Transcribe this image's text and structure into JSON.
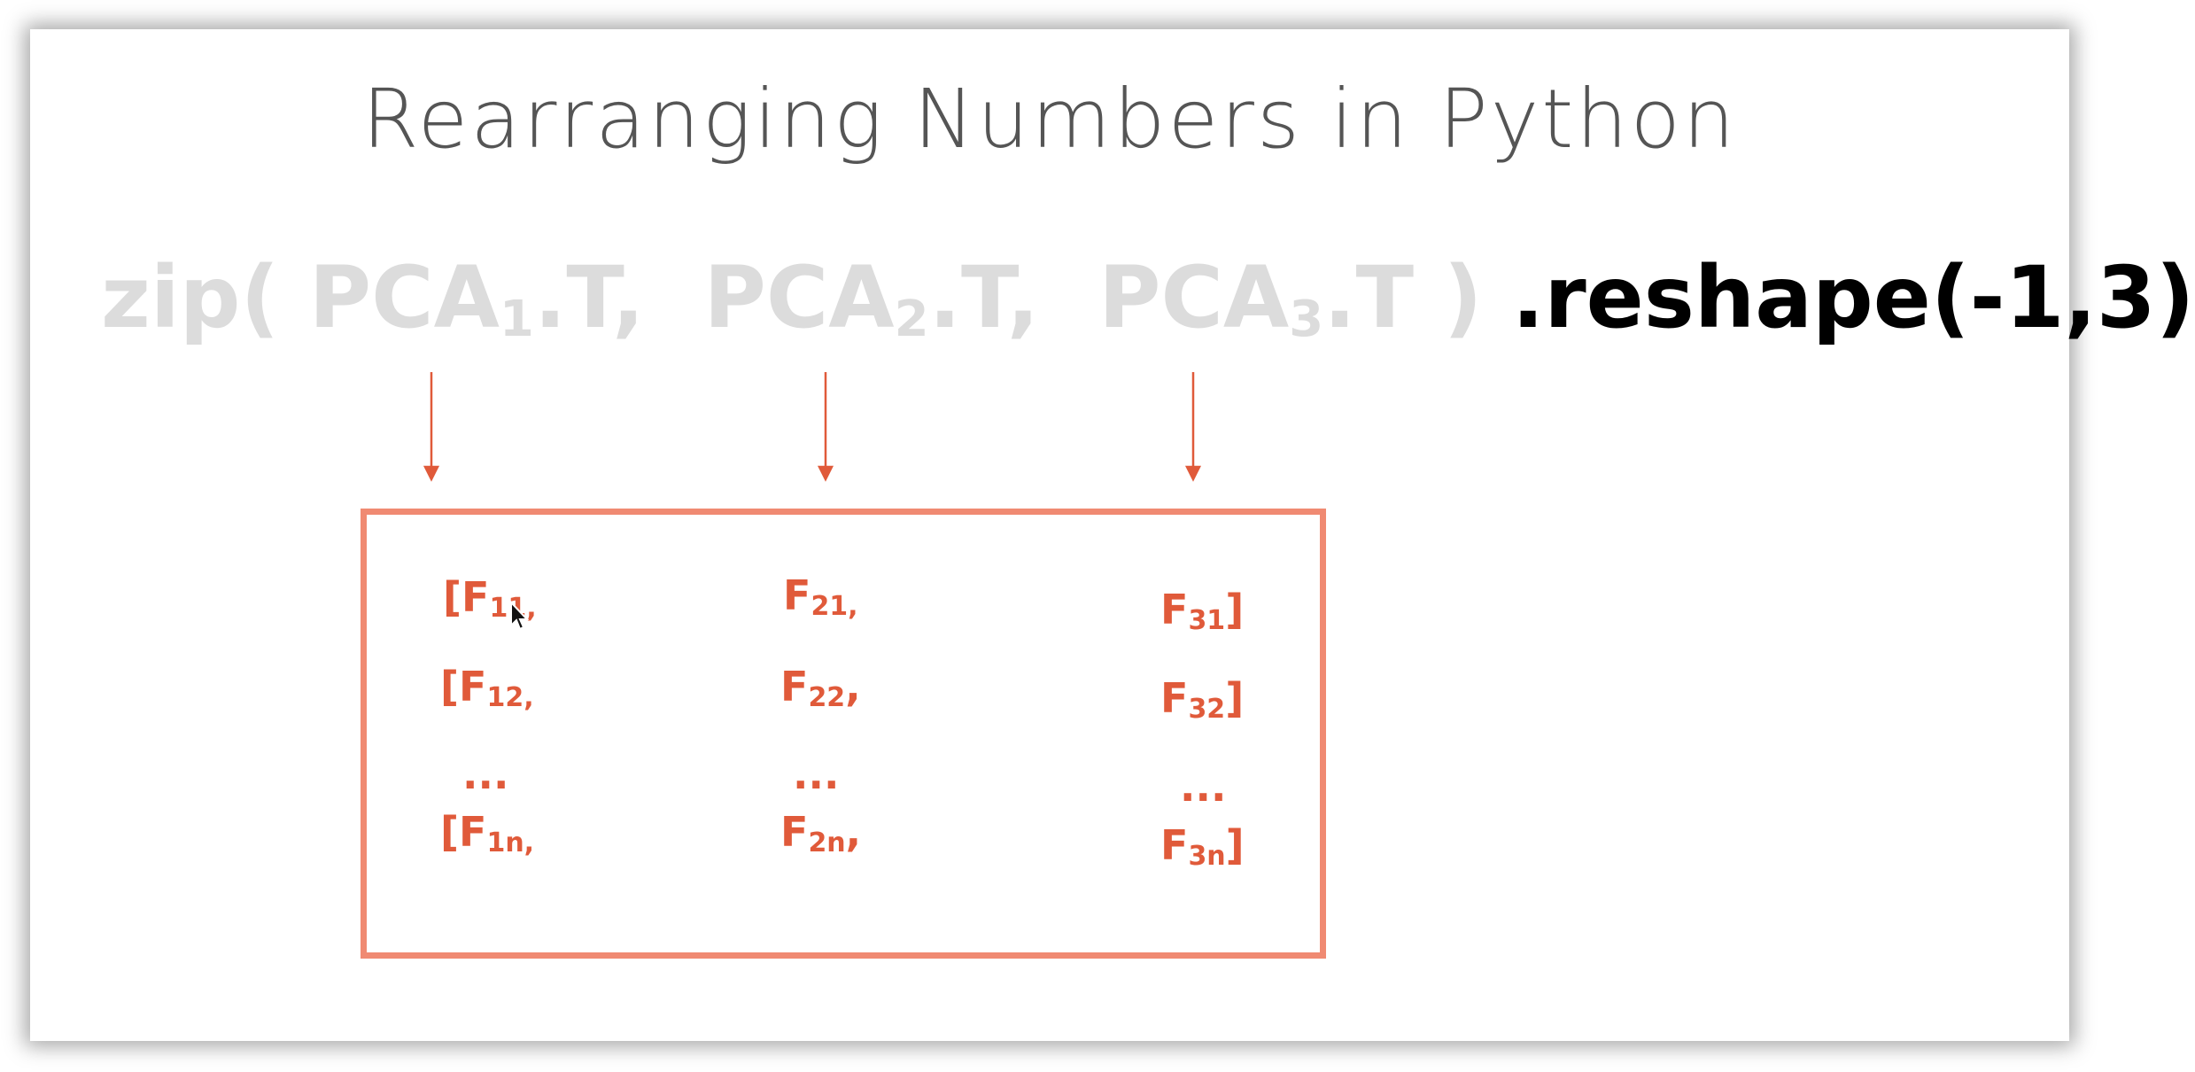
{
  "slide": {
    "title": "Rearranging Numbers in Python"
  },
  "code": {
    "zip_open": "zip(",
    "pca1_base": "PCA",
    "pca1_sub": "1",
    "pca1_tail": ".T",
    "comma1": ",",
    "pca2_base": "PCA",
    "pca2_sub": "2",
    "pca2_tail": ".T",
    "comma2": ",",
    "pca3_base": "PCA",
    "pca3_sub": "3",
    "pca3_tail": ".T",
    "zip_close": ")",
    "reshape": ".reshape(-1,3)"
  },
  "matrix": {
    "col1": [
      {
        "pre": "[F",
        "sub": "11,",
        "post": ""
      },
      {
        "pre": "[F",
        "sub": "12,",
        "post": ""
      },
      {
        "pre": "...",
        "sub": "",
        "post": ""
      },
      {
        "pre": "[F",
        "sub": "1n,",
        "post": ""
      }
    ],
    "col2": [
      {
        "pre": "F",
        "sub": "21,",
        "post": ""
      },
      {
        "pre": "F",
        "sub": "22",
        "post": ","
      },
      {
        "pre": "...",
        "sub": "",
        "post": ""
      },
      {
        "pre": "F",
        "sub": "2n",
        "post": ","
      }
    ],
    "col3": [
      {
        "pre": "F",
        "sub": "31",
        "post": "]"
      },
      {
        "pre": "F",
        "sub": "32",
        "post": "]"
      },
      {
        "pre": "...",
        "sub": "",
        "post": ""
      },
      {
        "pre": "F",
        "sub": "3n",
        "post": "]"
      }
    ]
  },
  "colors": {
    "accent": "#e05a3a",
    "box_border": "#f08a72",
    "faded_code": "#dcdcdc",
    "title": "#555555"
  }
}
